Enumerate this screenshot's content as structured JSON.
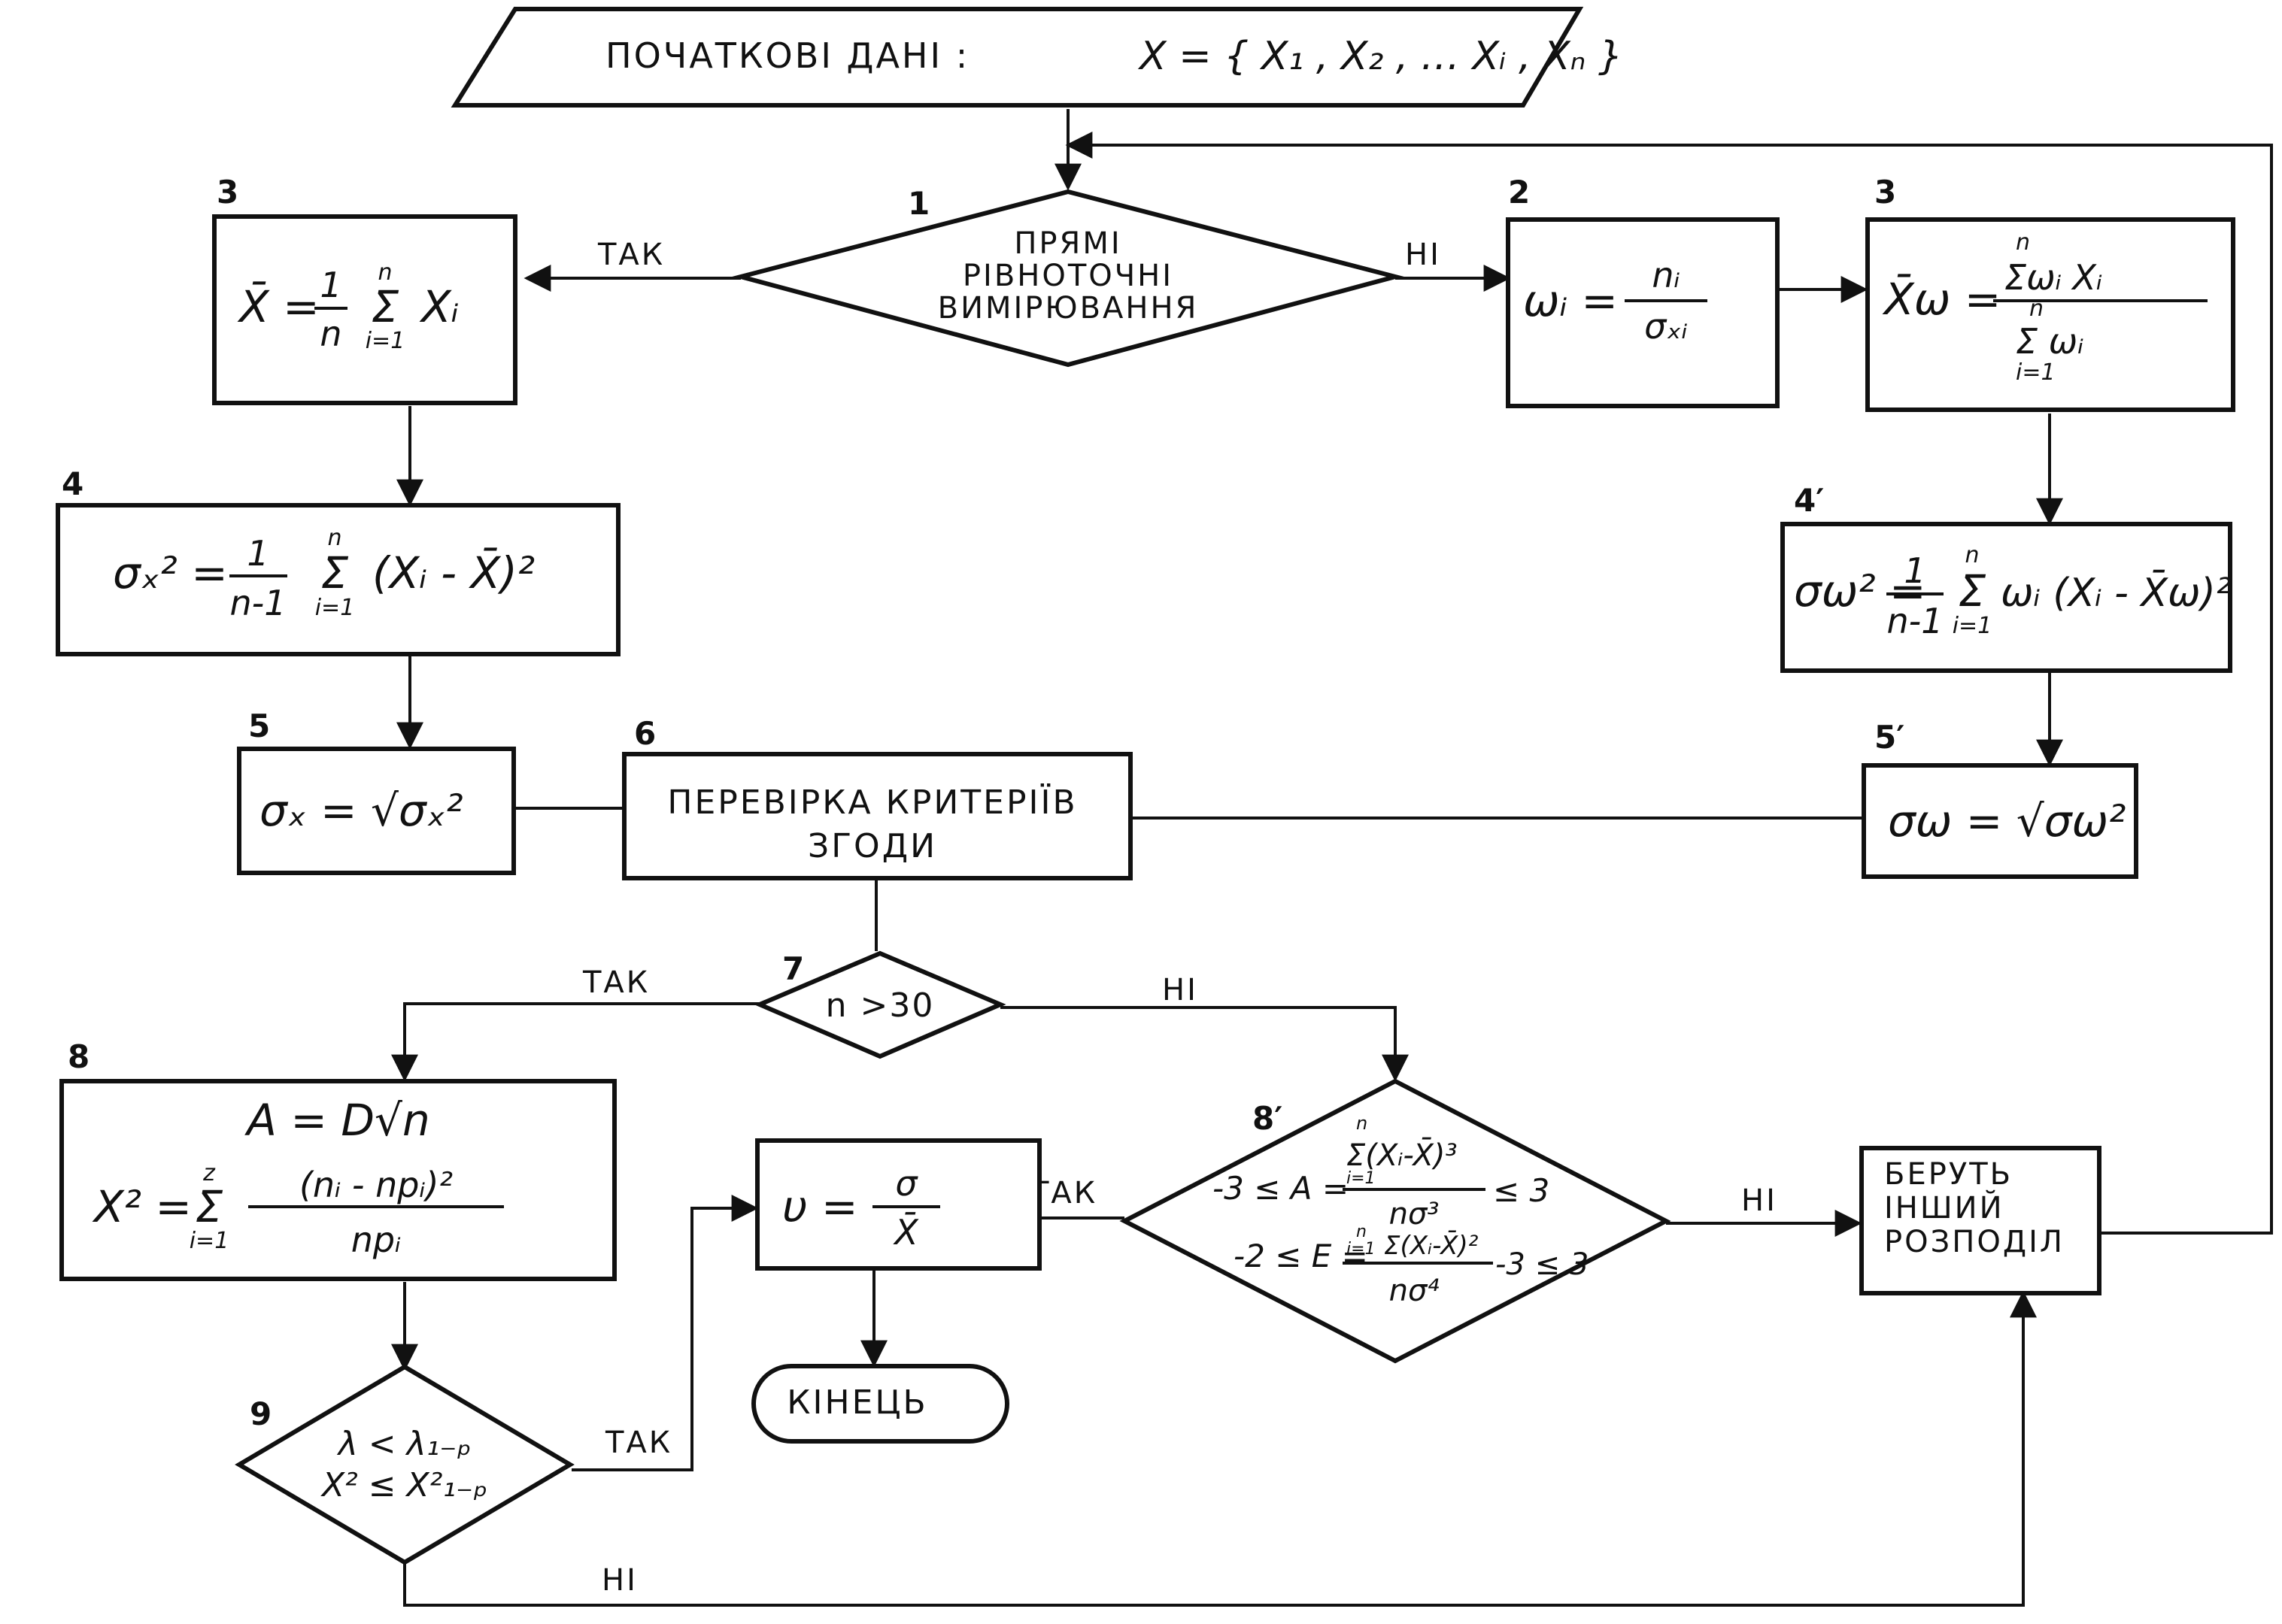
{
  "start": {
    "label": "ПОЧАТКОВІ ДАНІ :",
    "formula": "X = { X₁ , X₂ , … Xᵢ , Xₙ }"
  },
  "blocks": {
    "b1": {
      "num": "1",
      "lines": [
        "ПРЯМІ",
        "РІВНОТОЧНІ",
        "ВИМІРЮВАННЯ"
      ]
    },
    "b2": {
      "num": "2",
      "formula_lhs": "ωᵢ =",
      "numerator": "nᵢ",
      "denominator": "σₓᵢ"
    },
    "b3": {
      "num": "3",
      "lhs": "X̄ =",
      "coef_num": "1",
      "coef_den": "n",
      "sum_top": "n",
      "sum_bottom": "i=1",
      "term": "Xᵢ"
    },
    "b3r": {
      "num": "3",
      "lhs": "X̄ω =",
      "numerator": "Σωᵢ Xᵢ",
      "num_top": "n",
      "denominator": "Σ ωᵢ",
      "den_top": "n",
      "den_bottom": "i=1"
    },
    "b4": {
      "num": "4",
      "lhs": "σₓ² =",
      "coef_num": "1",
      "coef_den": "n-1",
      "sum_top": "n",
      "sum_bottom": "i=1",
      "term": "(Xᵢ - X̄)²"
    },
    "b4r": {
      "num": "4′",
      "lhs": "σω² =",
      "coef_num": "1",
      "coef_den": "n-1",
      "sum_top": "n",
      "sum_bottom": "i=1",
      "term": "ωᵢ (Xᵢ - X̄ω)²"
    },
    "b5": {
      "num": "5",
      "formula": "σₓ = √σₓ²"
    },
    "b5r": {
      "num": "5′",
      "formula": "σω = √σω²"
    },
    "b6": {
      "num": "6",
      "lines": [
        "ПЕРЕВІРКА КРИТЕРІЇВ",
        "ЗГОДИ"
      ]
    },
    "b7": {
      "num": "7",
      "label": "n >30"
    },
    "b8": {
      "num": "8",
      "line1": "A = D√n",
      "chi_lhs": "X² =",
      "sum_top": "z",
      "sum_bottom": "i=1",
      "numerator": "(nᵢ - npᵢ)²",
      "denominator": "npᵢ"
    },
    "b8r": {
      "num": "8′",
      "a_lhs": "-3 ≤ A =",
      "a_numerator": "Σ(Xᵢ-X̄)³",
      "a_num_top": "n",
      "a_num_bottom": "i=1",
      "a_denominator": "nσ³",
      "a_rhs": "≤ 3",
      "e_lhs": "-2 ≤ E =",
      "e_numerator": "Σ(Xᵢ-X̄)²",
      "e_num_top": "n",
      "e_num_bottom": "i=1",
      "e_denominator": "nσ⁴",
      "e_rhs": "-3 ≤ 3"
    },
    "b9": {
      "num": "9",
      "line1": "λ < λ₁₋ₚ",
      "line2": "X² ≤ X²₁₋ₚ"
    },
    "v": {
      "lhs": "υ =",
      "numerator": "σ",
      "denominator": "X̄"
    },
    "end": {
      "label": "КІНЕЦЬ"
    },
    "other": {
      "lines": [
        "БЕРУТЬ",
        "ІНШИЙ",
        "РОЗПОДІЛ"
      ]
    }
  },
  "edges": {
    "yes1": "ТАК",
    "no1": "НІ",
    "yes7": "ТАК",
    "no7": "НІ",
    "yes8r": "ТАК",
    "no8r": "НІ",
    "yes9": "ТАК",
    "no9": "НІ"
  }
}
